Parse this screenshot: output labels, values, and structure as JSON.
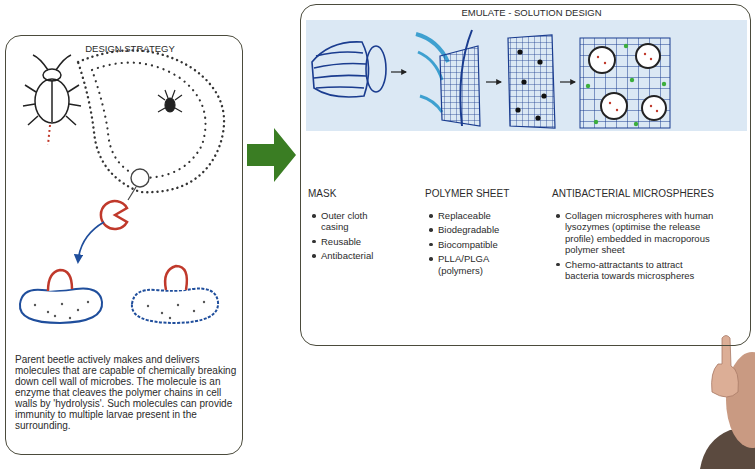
{
  "diagram": {
    "nodes": [
      {
        "text": [
          "DESIGN STRATEGY",
          "Parent beetle actively makes and delivers molecules that are capable of chemically breaking down cell wall of microbes. The molecule is an enzyme that cleaves the polymer chains in cell walls by 'hydrolysis'. Such molecules can provide immunity to multiple larvae present in the surrounding."
        ]
      },
      {
        "text": [
          "EMULATE - SOLUTION DESIGN"
        ]
      }
    ],
    "edges": [
      {
        "from": 0,
        "to": 1,
        "arrow": "to"
      }
    ],
    "labels": [
      "MASK",
      "Outer cloth casing",
      "Reusable",
      "Antibacterial",
      "POLYMER SHEET",
      "Replaceable",
      "Biodegradable",
      "Biocompatible",
      "PLLA/PLGA (polymers)",
      "ANTIBACTERIAL MICROSPHERES",
      "Collagen microspheres with human lysozymes (optimise the release profile) embedded in macroporous polymer sheet",
      "Chemo-attractants to attract bacteria towards microspheres"
    ]
  }
}
